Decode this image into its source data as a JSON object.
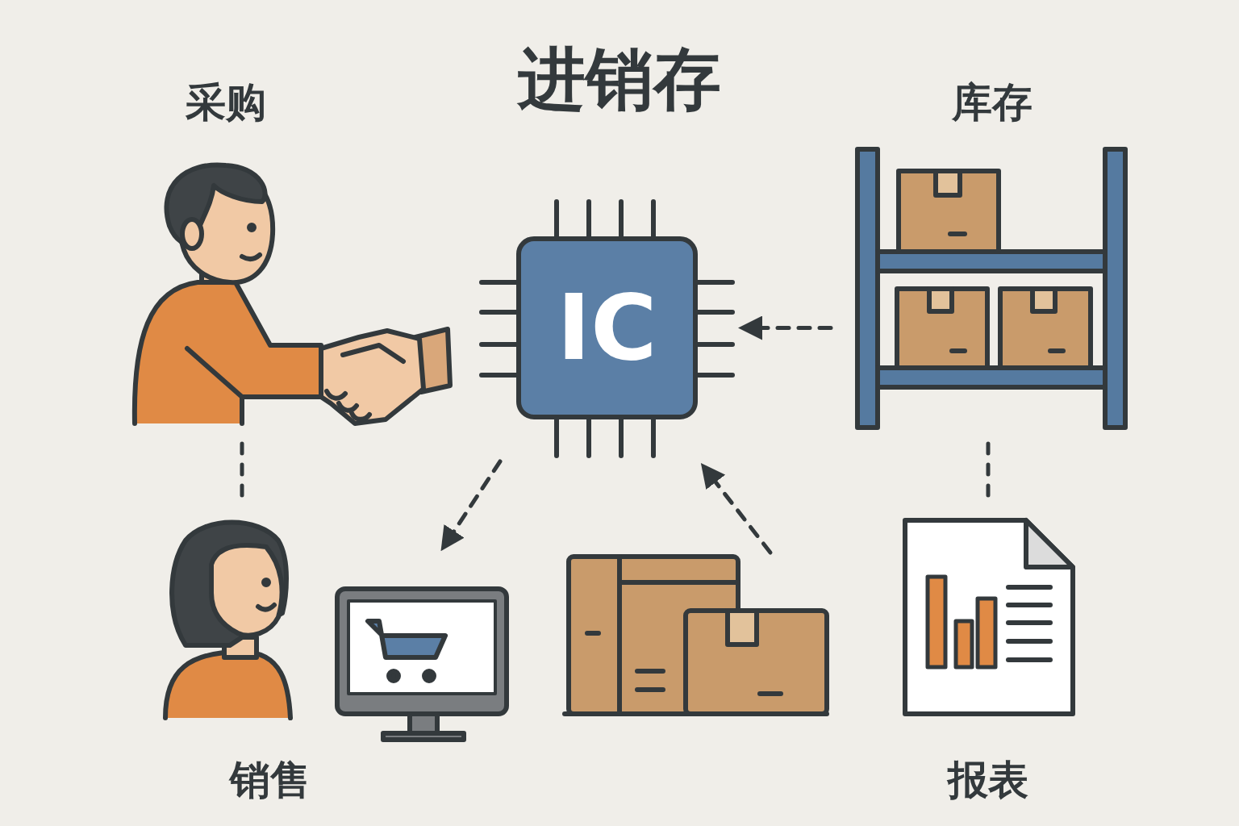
{
  "diagram": {
    "title": "进销存",
    "nodes": [
      {
        "text": [
          "采购"
        ]
      },
      {
        "text": [
          "IC"
        ]
      },
      {
        "text": [
          "库存"
        ]
      },
      {
        "text": [
          "销售"
        ]
      },
      {
        "text": [
          "报表"
        ]
      }
    ],
    "edges": [
      {
        "from": 0,
        "to": 3,
        "arrow": "none"
      },
      {
        "from": 2,
        "to": 1,
        "arrow": "to"
      },
      {
        "from": 2,
        "to": 4,
        "arrow": "none"
      }
    ]
  }
}
